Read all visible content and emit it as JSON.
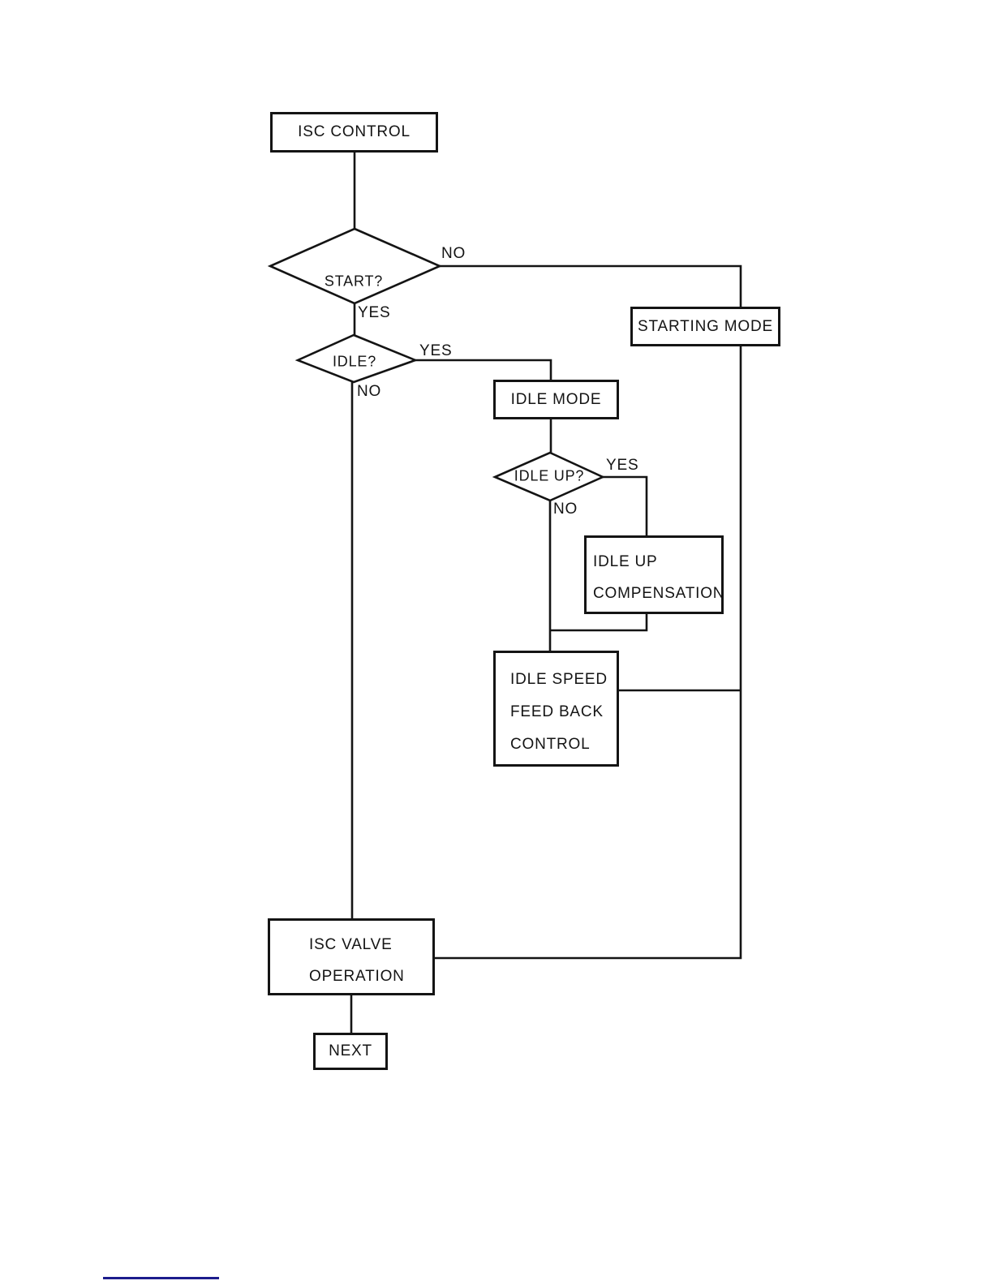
{
  "page": {
    "background": "#ffffff",
    "ink_color": "#141414",
    "accent_line_color": "#1c1c8c"
  },
  "flowchart": {
    "title_box": "ISC CONTROL",
    "decisions": {
      "start": "START?",
      "idle": "IDLE?",
      "idle_up": "IDLE UP?"
    },
    "boxes": {
      "starting_mode": "STARTING MODE",
      "idle_mode": "IDLE MODE",
      "idle_up_compensation": [
        "IDLE UP",
        "COMPENSATION"
      ],
      "idle_speed_feedback": [
        "IDLE SPEED",
        "FEED BACK",
        "CONTROL"
      ],
      "isc_valve_operation": [
        "ISC VALVE",
        "OPERATION"
      ],
      "next": "NEXT"
    },
    "branch_labels": {
      "start_no": "NO",
      "start_yes": "YES",
      "idle_yes": "YES",
      "idle_no": "NO",
      "idle_up_yes": "YES",
      "idle_up_no": "NO"
    }
  }
}
